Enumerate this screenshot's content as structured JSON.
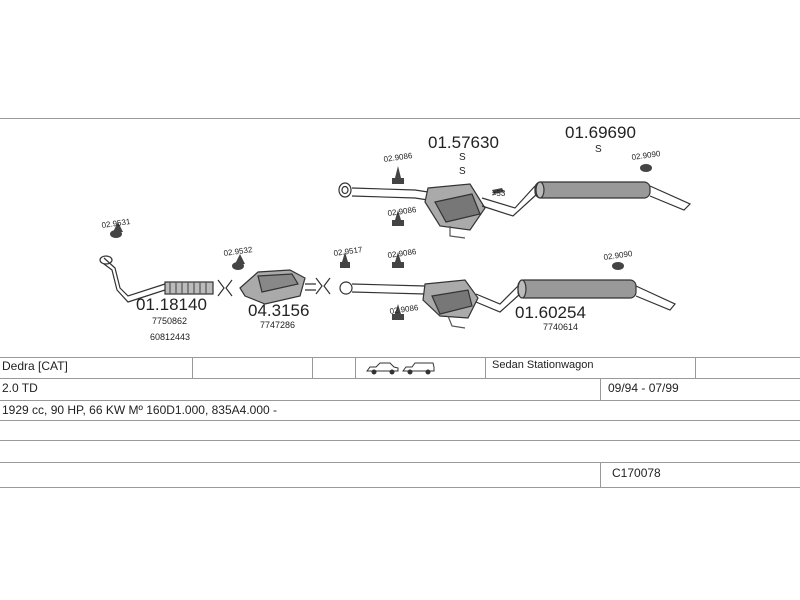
{
  "parts": {
    "p1": {
      "code": "01.57630",
      "mark1": "S",
      "mark2": "S"
    },
    "p2": {
      "code": "01.69690",
      "mark1": "S"
    },
    "p3": {
      "code": "01.18140",
      "ref1": "7750862",
      "ref2": "60812443"
    },
    "p4": {
      "code": "04.3156",
      "ref1": "7747286"
    },
    "p5": {
      "code": "01.60254",
      "ref1": "7740614"
    }
  },
  "clamps": {
    "c9531": "02.9531",
    "c9532": "02.9532",
    "c9517": "02.9517",
    "c9086a": "02.9086",
    "c9086b": "02.9086",
    "c9086c": "02.9086",
    "c9086d": "02.9086",
    "c9090a": "02.9090",
    "c9090b": "02.9090",
    "c53": "≠53"
  },
  "table": {
    "model": "Dedra  [CAT]",
    "body_types": "Sedan  Stationwagon",
    "engine": "2.0 TD",
    "years": "09/94 - 07/99",
    "details": "1929 cc, 90 HP, 66 KW  Mº 160D1.000, 835A4.000 -",
    "code": "C170078"
  }
}
